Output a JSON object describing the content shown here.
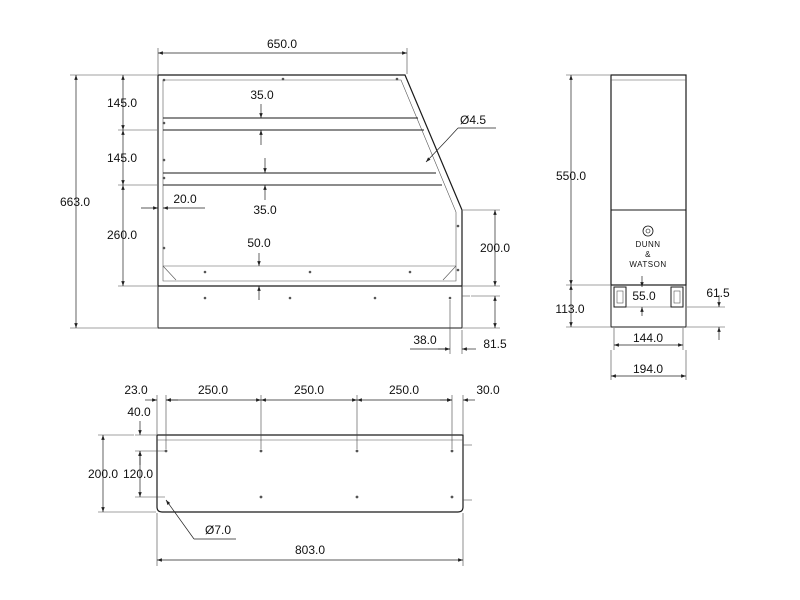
{
  "front_view": {
    "width_label": "650.0",
    "height_label": "663.0",
    "shelf1_spacing_label": "145.0",
    "shelf2_spacing_label": "145.0",
    "lower_section_label": "260.0",
    "shelf1_thickness_label": "35.0",
    "shelf2_thickness_label": "35.0",
    "side_wall_label": "20.0",
    "hole_diameter_label": "Ø4.5",
    "base_lip_label": "50.0",
    "front_height_label": "200.0",
    "foot_offset_label": "38.0",
    "foot_height_label": "81.5"
  },
  "side_view": {
    "height_label": "550.0",
    "base_height_label": "113.0",
    "foot_gap_label": "55.0",
    "foot_side_label": "61.5",
    "inner_width_label": "144.0",
    "outer_width_label": "194.0",
    "brand_line1": "DUNN",
    "brand_line2": "&",
    "brand_line3": "WATSON"
  },
  "top_view": {
    "left_margin_label": "23.0",
    "spacing1_label": "250.0",
    "spacing2_label": "250.0",
    "spacing3_label": "250.0",
    "right_margin_label": "30.0",
    "top_offset_label": "40.0",
    "hole_row_spacing_label": "120.0",
    "depth_label": "200.0",
    "hole_diameter_label": "Ø7.0",
    "length_label": "803.0"
  }
}
